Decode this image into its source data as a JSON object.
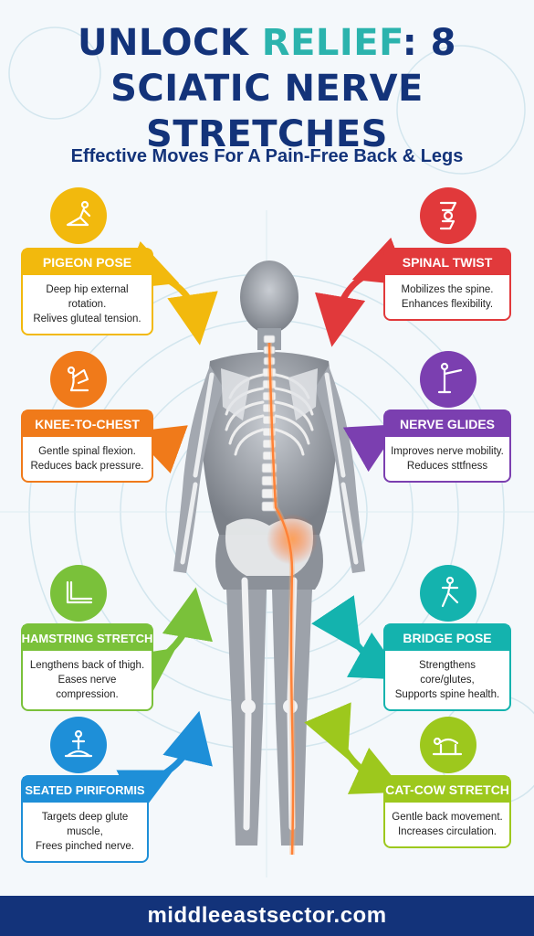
{
  "headline": {
    "line1_part1": "UNLOCK ",
    "line1_accent": "RELIEF",
    "line1_part2": ": 8",
    "line2": "SCIATIC NERVE STRETCHES"
  },
  "subtitle": "Effective Moves For A Pain-Free Back & Legs",
  "colors": {
    "navy": "#13337a",
    "teal": "#2bb3ad",
    "yellow": "#f2b90d",
    "orange": "#f07a1a",
    "green": "#7ac13a",
    "blue": "#1e8fd8",
    "red": "#e1393b",
    "purple": "#7b3fb0",
    "turquoise": "#14b3ae",
    "lime": "#9dc81d"
  },
  "stretches": {
    "pigeon": {
      "title": "PIGEON POSE",
      "line1": "Deep hip external rotation.",
      "line2": "Relives gluteal tension.",
      "icon": "pigeon-pose-icon"
    },
    "knee": {
      "title": "KNEE-TO-CHEST",
      "line1": "Gentle spinal flexion.",
      "line2": "Reduces back pressure.",
      "icon": "knee-to-chest-icon"
    },
    "hamstring": {
      "title": "HAMSTRING STRETCH",
      "line1": "Lengthens back of thigh.",
      "line2": "Eases nerve compression.",
      "icon": "hamstring-icon"
    },
    "piriformis": {
      "title": "SEATED PIRIFORMIS",
      "line1": "Targets deep glute muscle,",
      "line2": "Frees pinched nerve.",
      "icon": "seated-icon"
    },
    "twist": {
      "title": "SPINAL TWIST",
      "line1": "Mobilizes the spine.",
      "line2": "Enhances flexibility.",
      "icon": "spinal-twist-icon"
    },
    "glides": {
      "title": "NERVE GLIDES",
      "line1": "Improves nerve mobility.",
      "line2": "Reduces sttfness",
      "icon": "nerve-glide-icon"
    },
    "bridge": {
      "title": "BRIDGE POSE",
      "line1": "Strengthens core/glutes,",
      "line2": "Supports spine health.",
      "icon": "bridge-pose-icon"
    },
    "catcow": {
      "title": "CAT-COW STRETCH",
      "line1": "Gentle back movement.",
      "line2": "Increases circulation.",
      "icon": "cat-cow-icon"
    }
  },
  "footer": "middleeastsector.com"
}
